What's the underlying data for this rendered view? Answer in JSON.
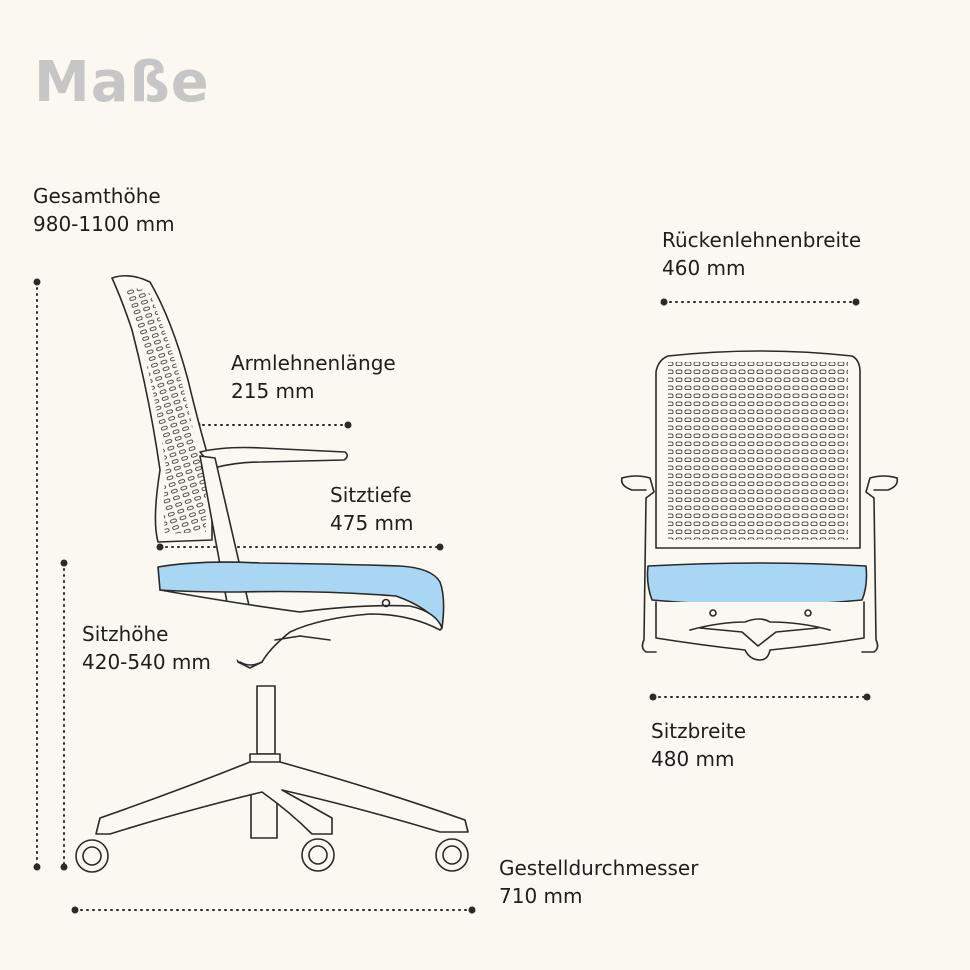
{
  "title": "Maße",
  "colors": {
    "background": "#fbf8f1",
    "line": "#2a2a2a",
    "seat": "#a9d7f3",
    "title": "#c6c6c6"
  },
  "dimensions": {
    "gesamthoehe": {
      "label": "Gesamthöhe",
      "value": "980-1100 mm"
    },
    "armlehnenlaenge": {
      "label": "Armlehnenlänge",
      "value": "215 mm"
    },
    "sitztiefe": {
      "label": "Sitztiefe",
      "value": "475 mm"
    },
    "sitzhoehe": {
      "label": "Sitzhöhe",
      "value": "420-540 mm"
    },
    "gestelldurchmesser": {
      "label": "Gestelldurchmesser",
      "value": "710 mm"
    },
    "rueckenlehnenbreite": {
      "label": "Rückenlehnenbreite",
      "value": "460 mm"
    },
    "sitzbreite": {
      "label": "Sitzbreite",
      "value": "480 mm"
    }
  }
}
